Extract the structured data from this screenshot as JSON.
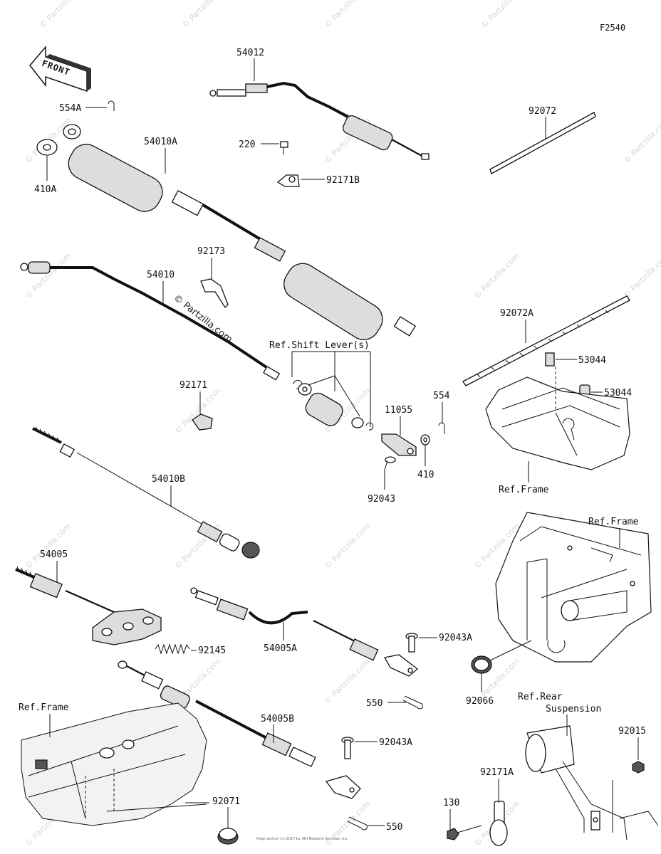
{
  "figure_code": "F2540",
  "front_arrow": "FRONT",
  "labels": {
    "p54012": "54012",
    "p554A": "554A",
    "p410A": "410A",
    "p54010A": "54010A",
    "p220": "220",
    "p92171B": "92171B",
    "p92072": "92072",
    "p92173": "92173",
    "p54010": "54010",
    "p92072A": "92072A",
    "p53044a": "53044",
    "p53044b": "53044",
    "p92171": "92171",
    "p11055": "11055",
    "p554": "554",
    "p410": "410",
    "p92043": "92043",
    "p54010B": "54010B",
    "p54005": "54005",
    "p92145": "92145",
    "p54005A": "54005A",
    "p92043A_1": "92043A",
    "p550_1": "550",
    "p92066": "92066",
    "p54005B": "54005B",
    "p92043A_2": "92043A",
    "p92071": "92071",
    "p550_2": "550",
    "p92171A": "92171A",
    "p130": "130",
    "p92015": "92015"
  },
  "refs": {
    "shift_lever": "Ref.Shift Lever(s)",
    "frame_1": "Ref.Frame",
    "frame_2": "Ref.Frame",
    "frame_3": "Ref.Frame",
    "rear_line1": "Ref.Rear",
    "rear_line2": "Suspension"
  },
  "watermark": {
    "center": "© Partzilla.com",
    "tile": "© Partzilla.com"
  },
  "footer": "Page section (c) 2017 by ARI Network Services, Inc."
}
